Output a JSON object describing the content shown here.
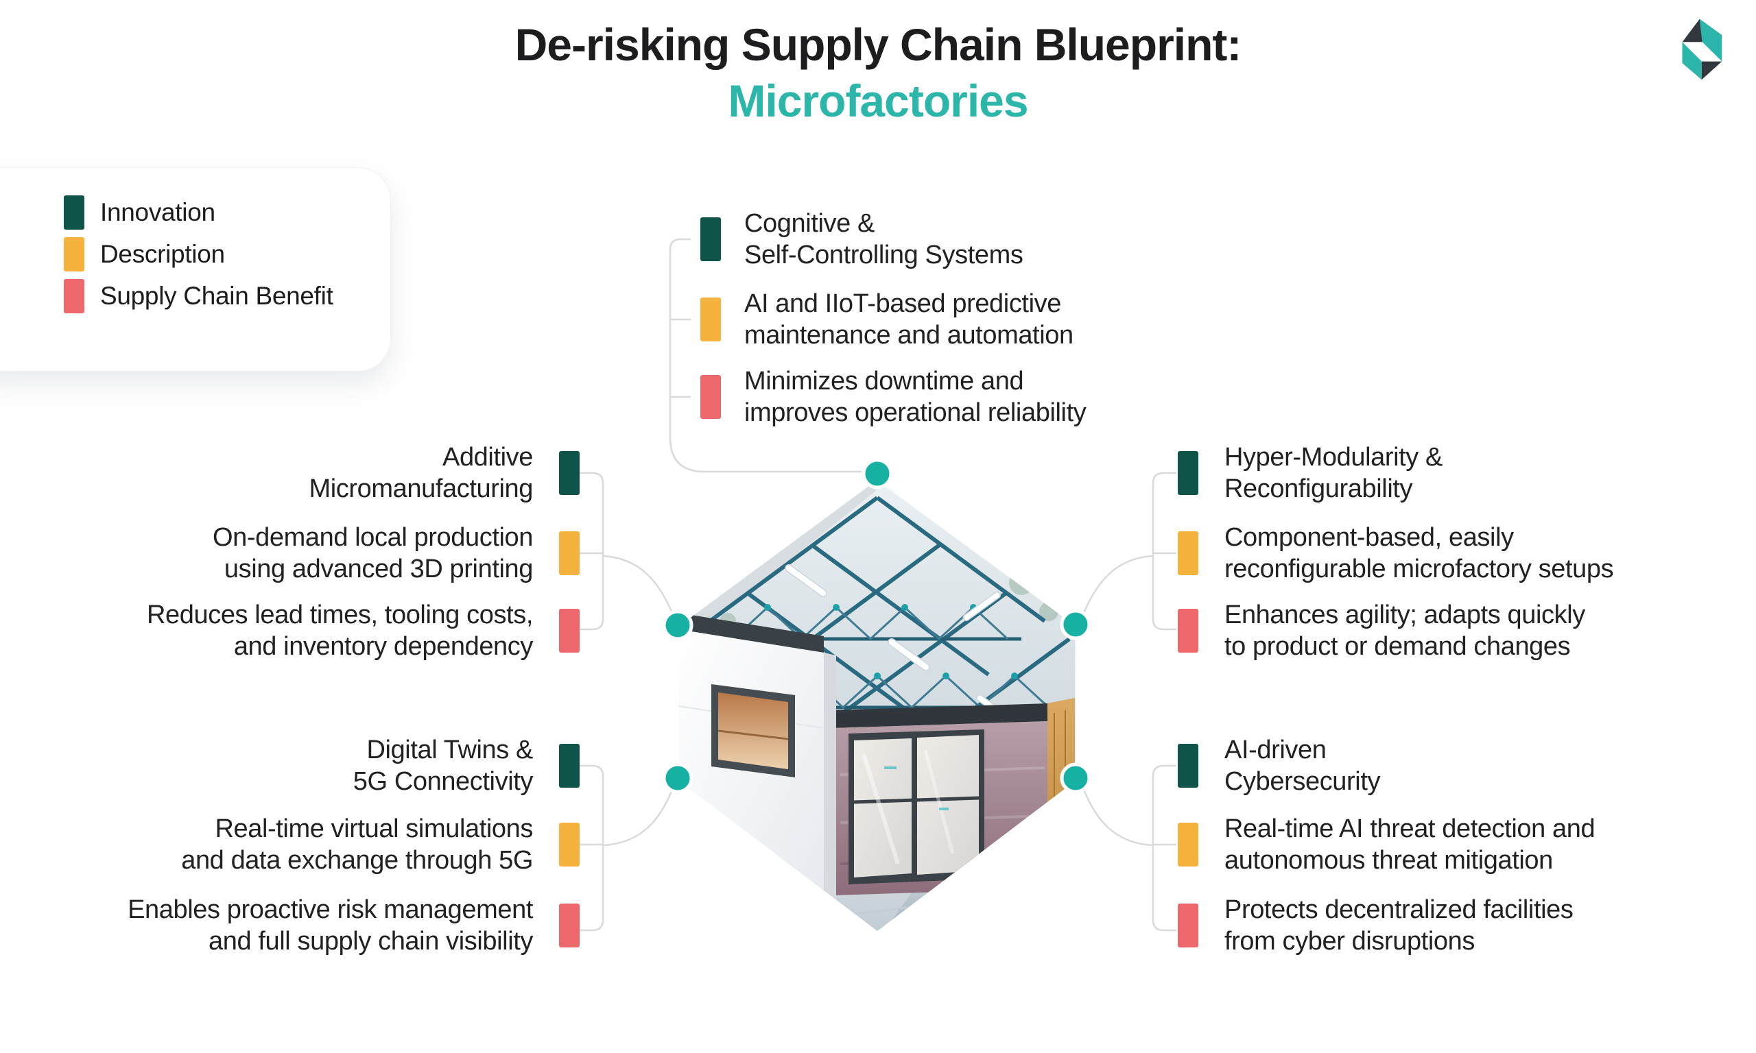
{
  "title": {
    "line1": "De-risking Supply Chain Blueprint:",
    "line2": "Microfactories",
    "line2_color": "#2cb5a9"
  },
  "logo": {
    "name": "hexagon-cube-logo",
    "teal": "#2cb5aa",
    "dark": "#33383e"
  },
  "legend": {
    "items": [
      {
        "label": "Innovation",
        "color": "#0f5449"
      },
      {
        "label": "Description",
        "color": "#f5b23c"
      },
      {
        "label": "Supply Chain Benefit",
        "color": "#ed686c"
      }
    ]
  },
  "colors": {
    "accent_teal_dots": "#17b1a3",
    "innovation_bar": "#0f5449",
    "description_bar": "#f5b23c",
    "benefit_bar": "#ed686c",
    "connector_line": "#d8dadb"
  },
  "sections": {
    "top": {
      "title_lines": [
        "Cognitive &",
        "Self-Controlling Systems"
      ],
      "description_lines": [
        "AI and IIoT-based predictive",
        "maintenance and automation"
      ],
      "benefit_lines": [
        "Minimizes downtime and",
        "improves operational reliability"
      ]
    },
    "left_upper": {
      "title_lines": [
        "Additive",
        "Micromanufacturing"
      ],
      "description_lines": [
        "On-demand local production",
        "using advanced 3D printing"
      ],
      "benefit_lines": [
        "Reduces lead times, tooling costs,",
        "and inventory dependency"
      ]
    },
    "left_lower": {
      "title_lines": [
        "Digital Twins &",
        "5G Connectivity"
      ],
      "description_lines": [
        "Real-time virtual simulations",
        "and data exchange through 5G"
      ],
      "benefit_lines": [
        "Enables proactive risk management",
        "and full supply chain visibility"
      ]
    },
    "right_upper": {
      "title_lines": [
        "Hyper-Modularity &",
        "Reconfigurability"
      ],
      "description_lines": [
        "Component-based, easily",
        "reconfigurable microfactory setups"
      ],
      "benefit_lines": [
        "Enhances agility; adapts quickly",
        "to product or demand changes"
      ]
    },
    "right_lower": {
      "title_lines": [
        "AI-driven",
        "Cybersecurity"
      ],
      "description_lines": [
        "Real-time AI threat detection and",
        "autonomous threat mitigation"
      ],
      "benefit_lines": [
        "Protects decentralized facilities",
        "from cyber disruptions"
      ]
    }
  },
  "center_image": {
    "alt_name": "microfactory-interior-hexagon-photo"
  }
}
